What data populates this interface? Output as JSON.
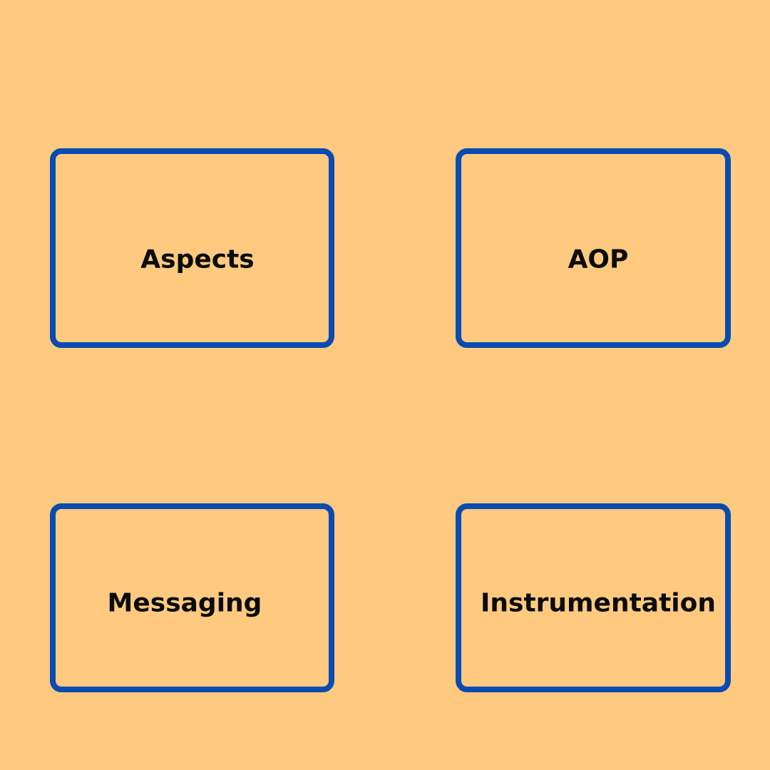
{
  "boxes": [
    {
      "label": "Aspects"
    },
    {
      "label": "AOP"
    },
    {
      "label": "Messaging"
    },
    {
      "label": "Instrumentation"
    }
  ],
  "colors": {
    "background": "#FFCA80",
    "box_border": "#0A4BB2",
    "text": "#0B0B0B"
  }
}
